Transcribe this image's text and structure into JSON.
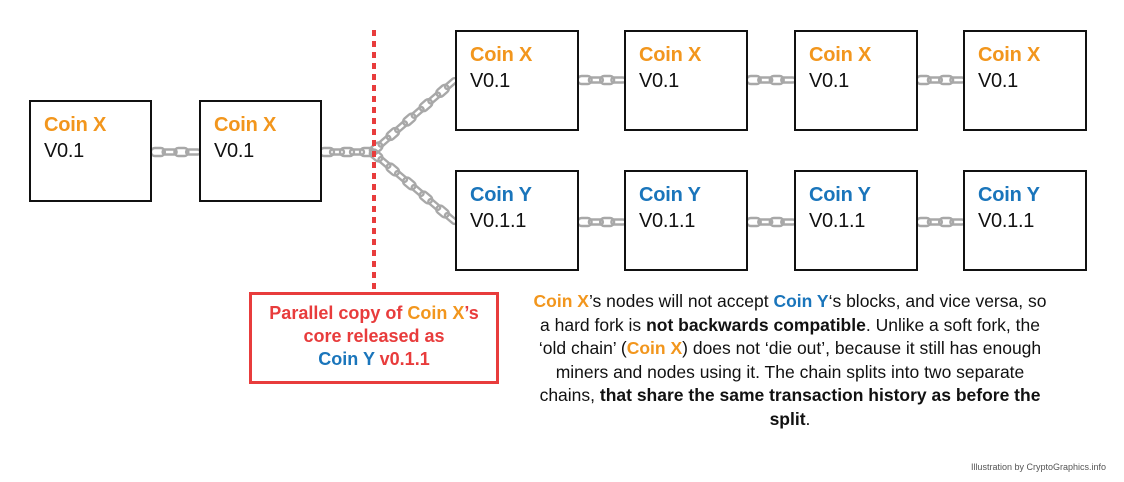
{
  "colors": {
    "coin_x": "#f2961d",
    "coin_y": "#1a75bb",
    "fork_line": "#e83c3c",
    "chain_link": "#a8a8a8",
    "block_border": "#111111"
  },
  "blocks": {
    "pre_fork": [
      {
        "coin": "Coin X",
        "version": "V0.1"
      },
      {
        "coin": "Coin X",
        "version": "V0.1"
      }
    ],
    "chain_x": [
      {
        "coin": "Coin X",
        "version": "V0.1"
      },
      {
        "coin": "Coin X",
        "version": "V0.1"
      },
      {
        "coin": "Coin X",
        "version": "V0.1"
      },
      {
        "coin": "Coin X",
        "version": "V0.1"
      }
    ],
    "chain_y": [
      {
        "coin": "Coin Y",
        "version": "V0.1.1"
      },
      {
        "coin": "Coin Y",
        "version": "V0.1.1"
      },
      {
        "coin": "Coin Y",
        "version": "V0.1.1"
      },
      {
        "coin": "Coin Y",
        "version": "V0.1.1"
      }
    ]
  },
  "fork_callout": {
    "line1": "Parallel copy of ",
    "line1_coin": "Coin X",
    "line1_end": "’s",
    "line2": "core released as",
    "line3_coin": "Coin Y",
    "line3_end": " v0.1.1"
  },
  "description": {
    "s1_coin_x": "Coin X",
    "s1_a": "’s nodes will not accept ",
    "s1_coin_y": "Coin Y",
    "s1_b": "‘s blocks, and vice versa, so a hard fork is ",
    "s1_bold": "not backwards compatible",
    "s2_a": ". Unlike a soft fork, the ‘old chain’ (",
    "s2_coin_x": "Coin X",
    "s2_b": ") does not ‘die out’, because it still has enough miners and nodes using it. The chain splits into two separate chains, ",
    "s2_bold": "that share the same transaction history as before the split",
    "s2_end": "."
  },
  "credit": "Illustration by CryptoGraphics.info"
}
